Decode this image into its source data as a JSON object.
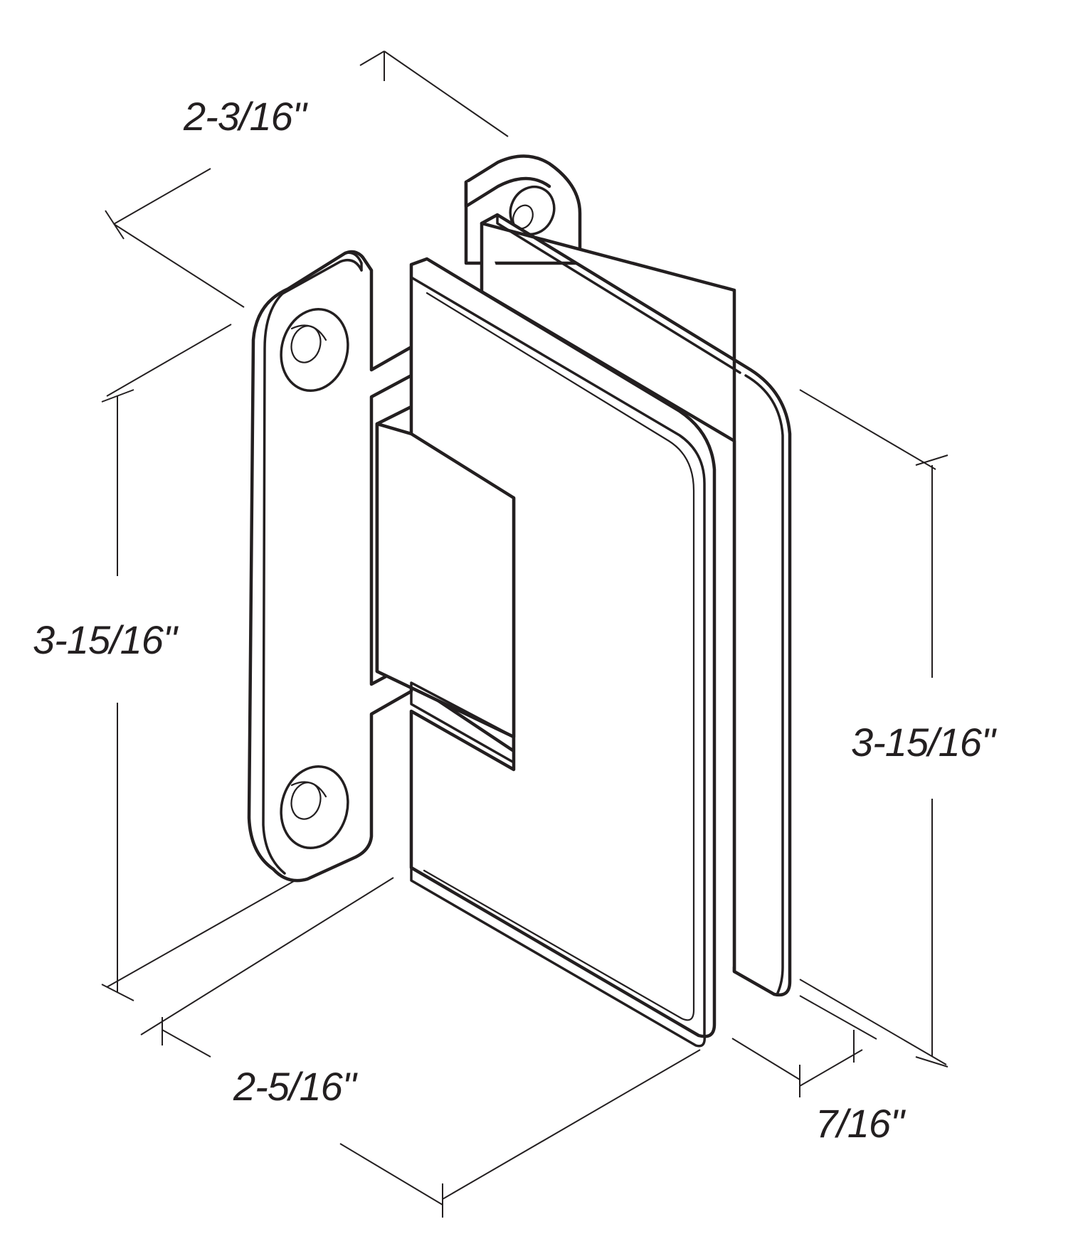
{
  "dimensions": {
    "top_width": "2-3/16\"",
    "left_height": "3-15/16\"",
    "right_height": "3-15/16\"",
    "bottom_width": "2-5/16\"",
    "thickness": "7/16\""
  },
  "colors": {
    "line": "#231f20",
    "background": "#ffffff"
  }
}
